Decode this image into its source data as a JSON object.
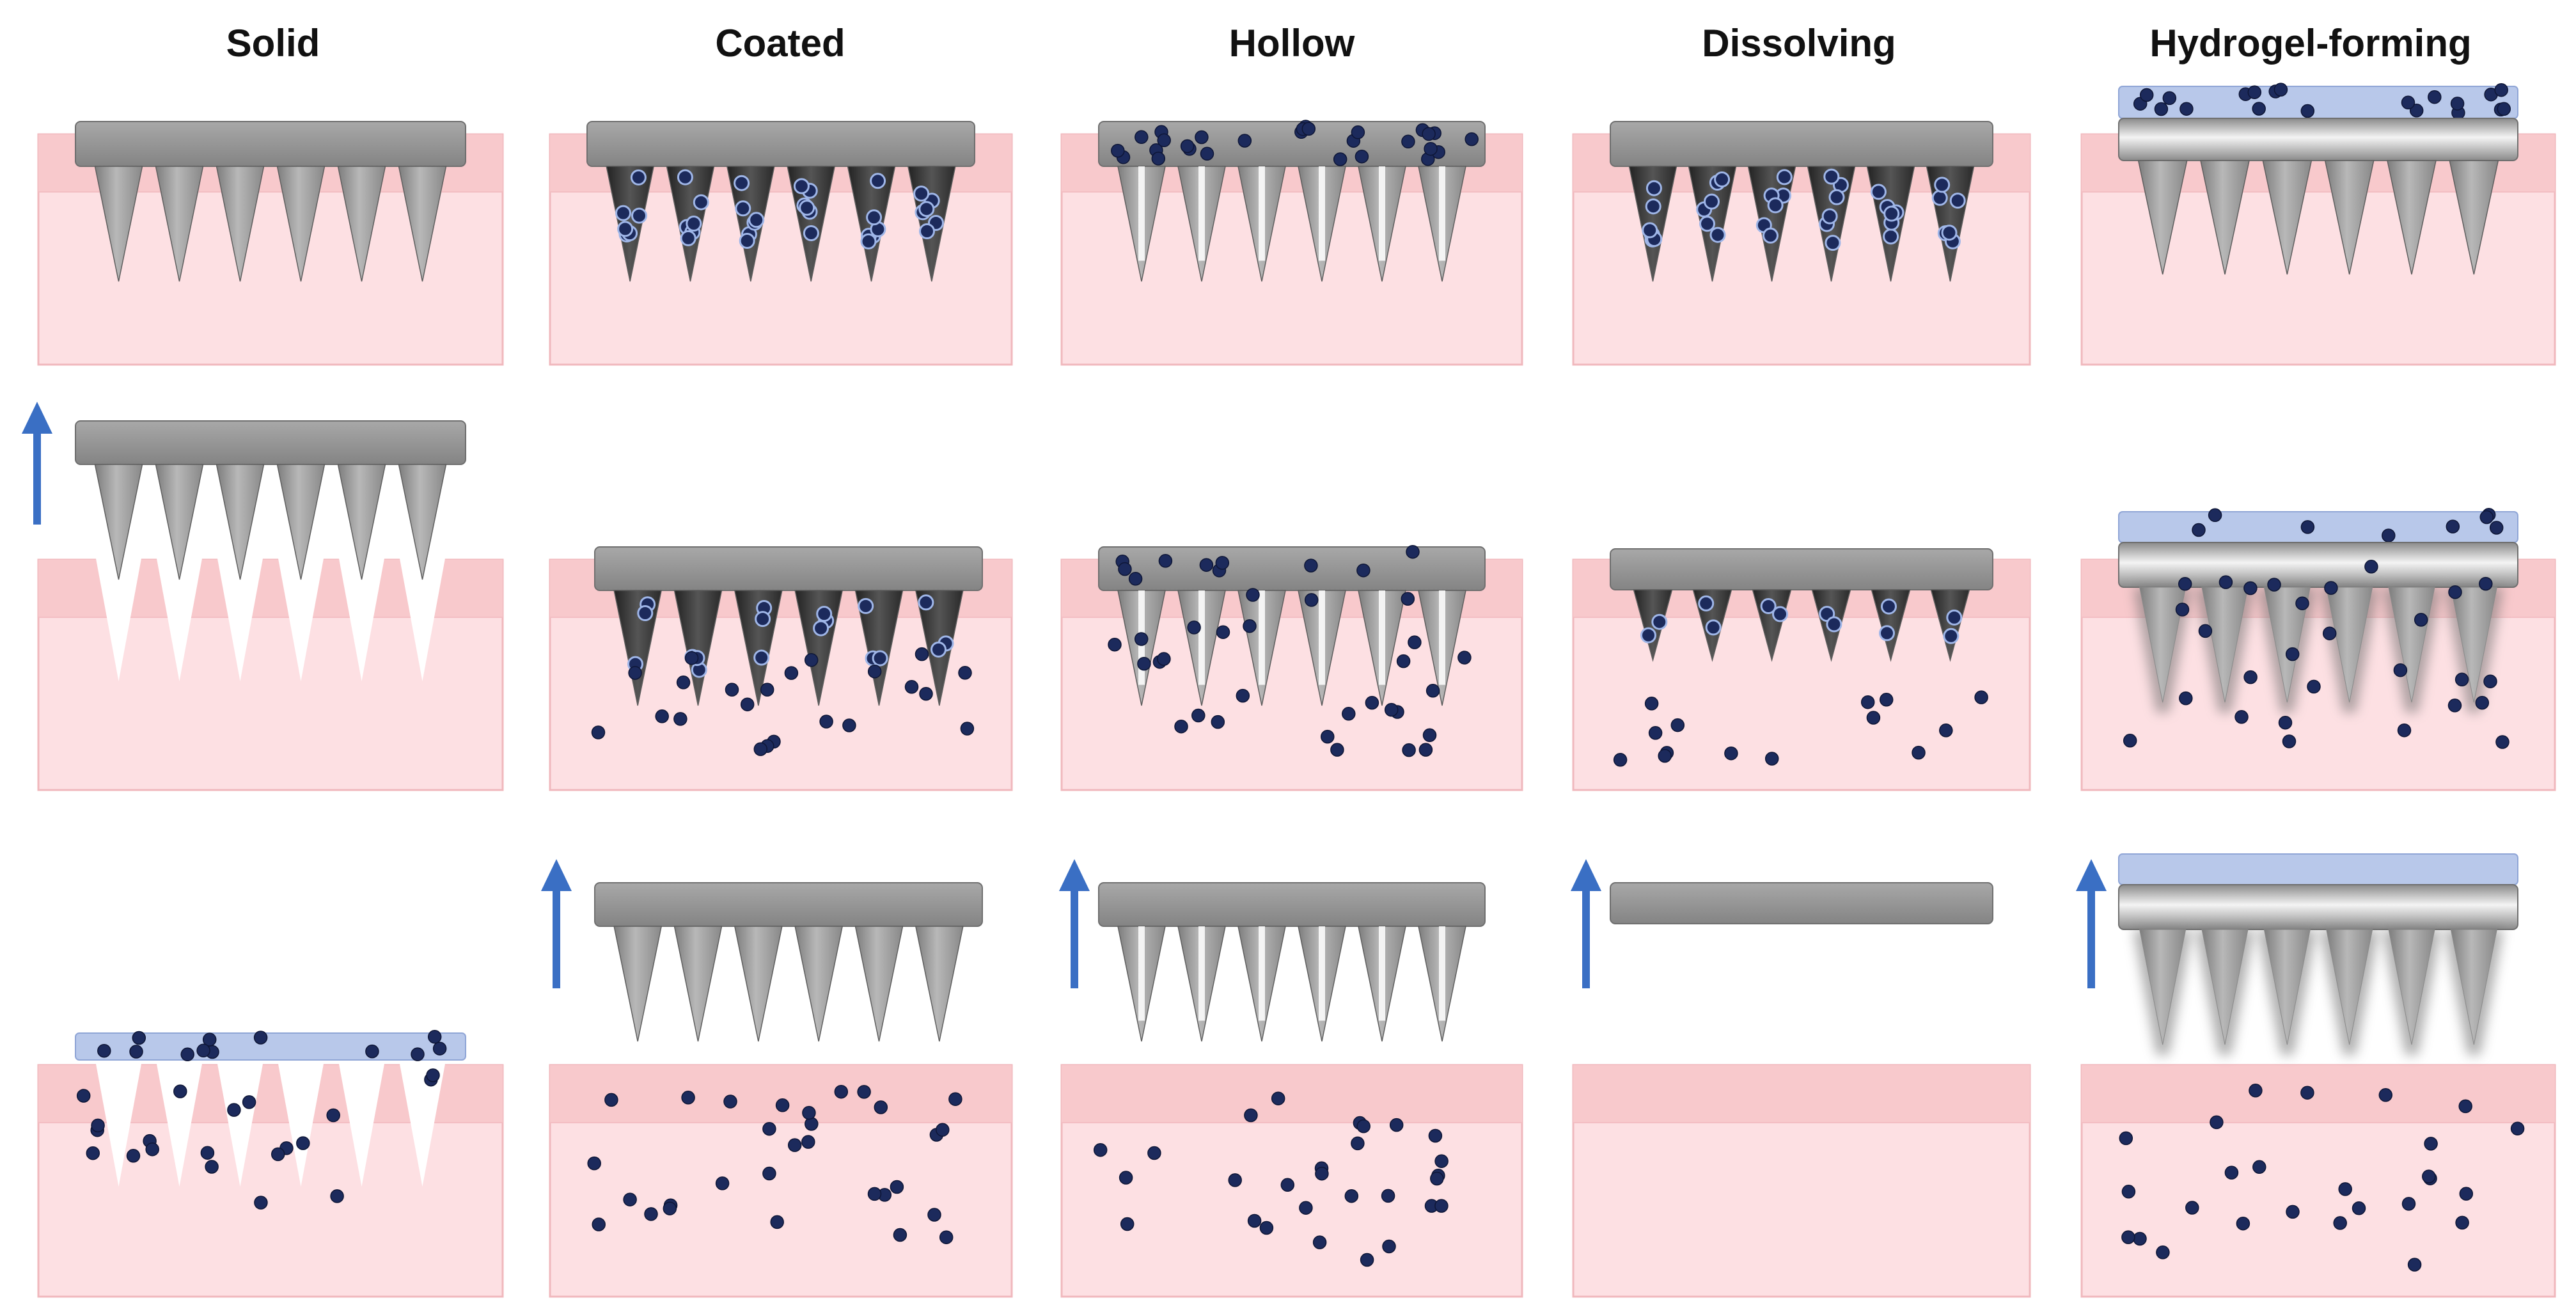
{
  "columns": [
    {
      "key": "solid",
      "title": "Solid"
    },
    {
      "key": "coated",
      "title": "Coated"
    },
    {
      "key": "hollow",
      "title": "Hollow"
    },
    {
      "key": "dissolving",
      "title": "Dissolving"
    },
    {
      "key": "hydrogel",
      "title": "Hydrogel-forming"
    }
  ],
  "colors": {
    "skin_dermis": "#fde0e3",
    "skin_epidermis": "#f8c9cc",
    "skin_border": "#f0b8bd",
    "needle_metal": "#9c9c9c",
    "needle_dark": "#3a3a3a",
    "backing_plate": "#9a9a9a",
    "hydrogel_layer": "#b8c8ea",
    "drug_particle": "#1c2a5c",
    "arrow": "#3a6fc4"
  },
  "steps": [
    "insertion",
    "release",
    "removal"
  ]
}
